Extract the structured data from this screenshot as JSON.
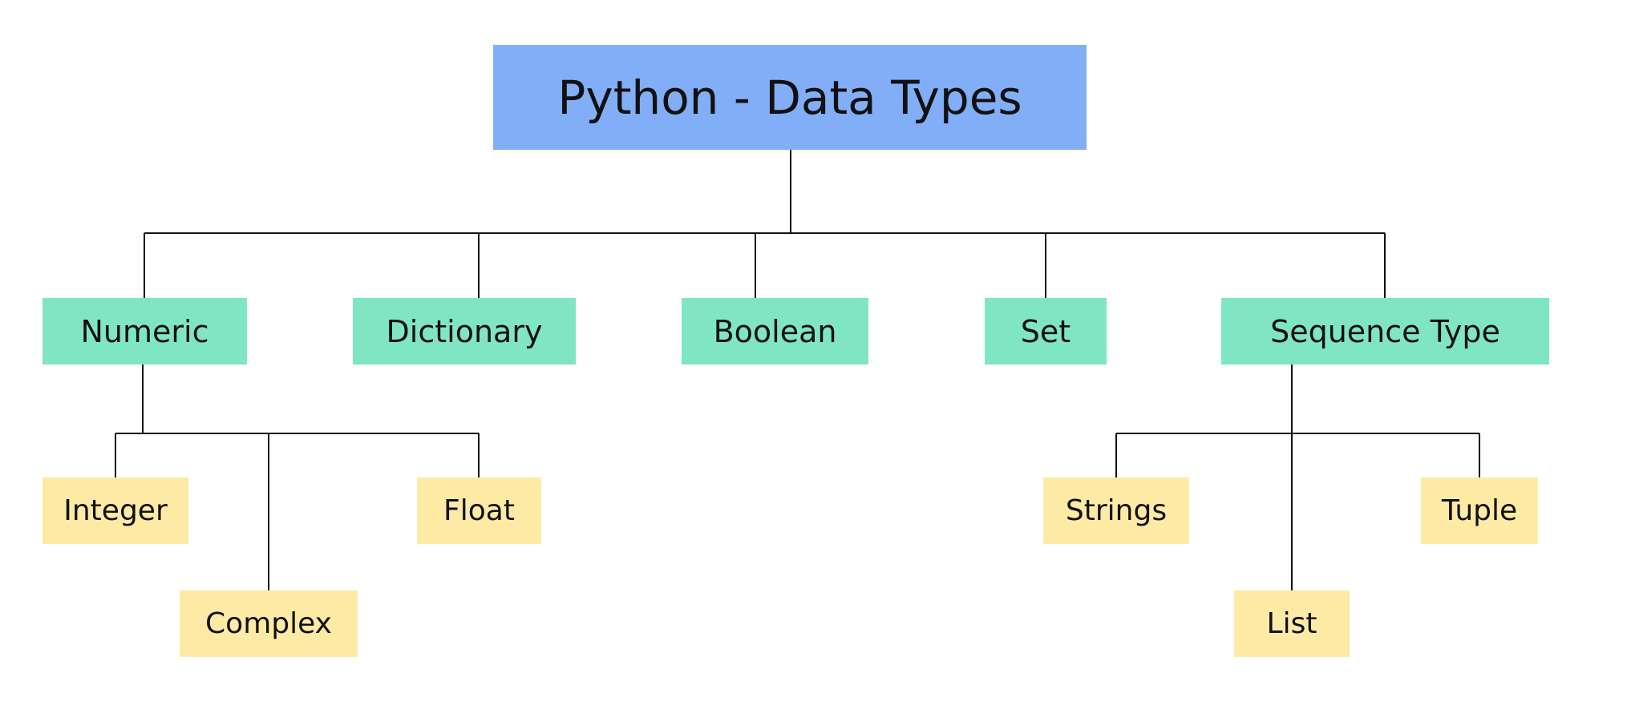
{
  "diagram": {
    "root": {
      "label": "Python - Data Types",
      "color": "#81aef7"
    },
    "categories": [
      {
        "id": "numeric",
        "label": "Numeric"
      },
      {
        "id": "dictionary",
        "label": "Dictionary"
      },
      {
        "id": "boolean",
        "label": "Boolean"
      },
      {
        "id": "set",
        "label": "Set"
      },
      {
        "id": "sequence",
        "label": "Sequence Type"
      }
    ],
    "numeric_children": [
      {
        "id": "integer",
        "label": "Integer"
      },
      {
        "id": "complex",
        "label": "Complex"
      },
      {
        "id": "float",
        "label": "Float"
      }
    ],
    "sequence_children": [
      {
        "id": "strings",
        "label": "Strings"
      },
      {
        "id": "list",
        "label": "List"
      },
      {
        "id": "tuple",
        "label": "Tuple"
      }
    ],
    "colors": {
      "root": "#81aef7",
      "category": "#80e5c3",
      "subtype": "#fdeba5",
      "connector": "#111111"
    }
  }
}
